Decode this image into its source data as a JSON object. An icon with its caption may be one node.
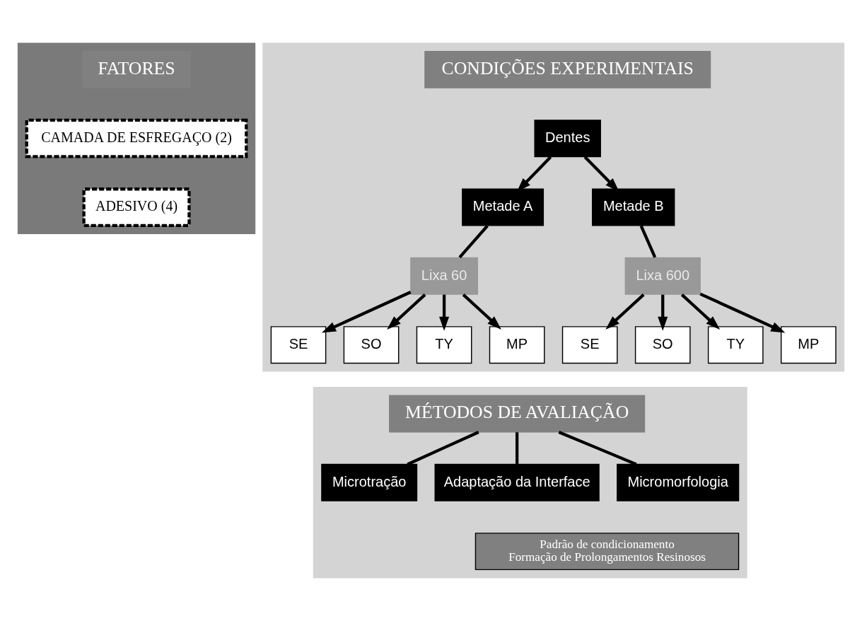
{
  "diagram": {
    "nodes": [
      {
        "text": [],
        "shape": "box"
      },
      {
        "text": [
          "FATORES"
        ],
        "in": 0
      },
      {
        "text": [
          "CAMADA DE ESFREGAÇO (2)"
        ],
        "in": 0
      },
      {
        "text": [
          "ADESIVO (4)"
        ],
        "in": 0
      },
      {
        "text": [],
        "shape": "box"
      },
      {
        "text": [
          "CONDIÇÕES EXPERIMENTAIS"
        ],
        "in": 4
      },
      {
        "text": [
          "Dentes"
        ],
        "in": 4
      },
      {
        "text": [
          "Metade A"
        ],
        "in": 4
      },
      {
        "text": [
          "Metade B"
        ],
        "in": 4
      },
      {
        "text": [
          "Lixa 60"
        ],
        "in": 4
      },
      {
        "text": [
          "Lixa 600"
        ],
        "in": 4
      },
      {
        "text": [
          "SE"
        ],
        "in": 4
      },
      {
        "text": [
          "SO"
        ],
        "in": 4
      },
      {
        "text": [
          "TY"
        ],
        "in": 4
      },
      {
        "text": [
          "MP"
        ],
        "in": 4
      },
      {
        "text": [
          "SE"
        ],
        "in": 4
      },
      {
        "text": [
          "SO"
        ],
        "in": 4
      },
      {
        "text": [
          "TY"
        ],
        "in": 4
      },
      {
        "text": [
          "MP"
        ],
        "in": 4
      },
      {
        "text": [],
        "shape": "box"
      },
      {
        "text": [
          "MÉTODOS DE AVALIAÇÃO"
        ],
        "in": 19
      },
      {
        "text": [
          "Microtração"
        ],
        "in": 19
      },
      {
        "text": [
          "Adaptação da Interface"
        ],
        "in": 19
      },
      {
        "text": [
          "Micromorfologia"
        ],
        "in": 19
      },
      {
        "text": [
          "Padrão de condicionamento",
          "Formação de Prolongamentos Resinosos"
        ],
        "in": 19
      }
    ],
    "edges": [
      {
        "from": 6,
        "to": 7,
        "arrow": "to"
      },
      {
        "from": 6,
        "to": 8,
        "arrow": "to"
      },
      {
        "from": 7,
        "to": 9,
        "arrow": "none"
      },
      {
        "from": 9,
        "to": 11,
        "arrow": "to"
      },
      {
        "from": 9,
        "to": 12,
        "arrow": "to"
      },
      {
        "from": 9,
        "to": 13,
        "arrow": "to"
      },
      {
        "from": 9,
        "to": 14,
        "arrow": "to"
      },
      {
        "from": 8,
        "to": 10,
        "arrow": "none"
      },
      {
        "from": 10,
        "to": 15,
        "arrow": "to"
      },
      {
        "from": 10,
        "to": 16,
        "arrow": "to"
      },
      {
        "from": 10,
        "to": 17,
        "arrow": "to"
      },
      {
        "from": 10,
        "to": 18,
        "arrow": "to"
      },
      {
        "from": 20,
        "to": 21,
        "arrow": "none"
      },
      {
        "from": 20,
        "to": 22,
        "arrow": "none"
      },
      {
        "from": 20,
        "to": 23,
        "arrow": "none"
      }
    ]
  }
}
